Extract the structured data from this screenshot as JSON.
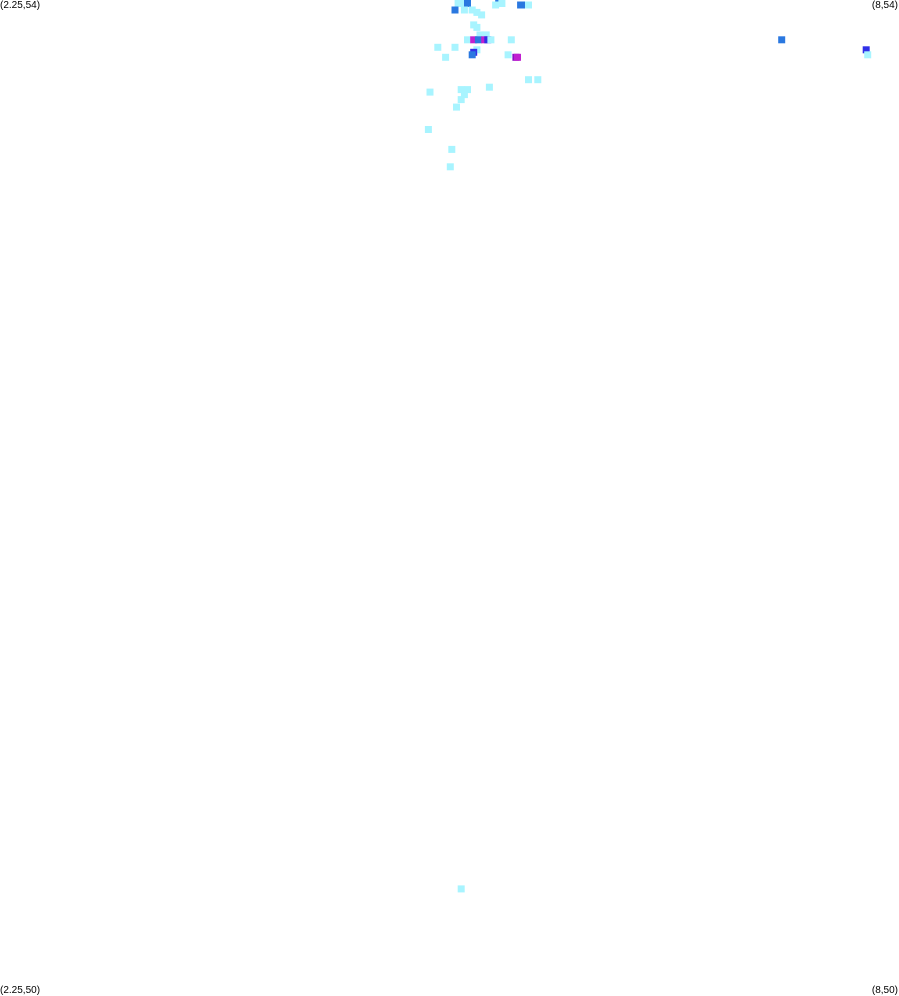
{
  "chart_data": {
    "type": "heatmap",
    "title": "",
    "xlabel": "",
    "ylabel": "",
    "xlim": [
      2.25,
      8
    ],
    "ylim": [
      50,
      54
    ],
    "corner_labels": {
      "top_left": "(2.25,54)",
      "top_right": "(8,54)",
      "bottom_left": "(2.25,50)",
      "bottom_right": "(8,50)"
    },
    "palette": {
      "low": "#a8f4ff",
      "mid": "#2a78e0",
      "high": "#3030e8",
      "very_high": "#c020d0",
      "peak": "#8a10c8"
    },
    "points": [
      {
        "x": 5.18,
        "y": 53.99,
        "level": "low"
      },
      {
        "x": 5.22,
        "y": 53.99,
        "level": "low"
      },
      {
        "x": 5.24,
        "y": 53.99,
        "level": "mid"
      },
      {
        "x": 5.44,
        "y": 53.99,
        "level": "mid"
      },
      {
        "x": 5.46,
        "y": 53.99,
        "level": "low"
      },
      {
        "x": 5.42,
        "y": 53.98,
        "level": "low"
      },
      {
        "x": 5.58,
        "y": 53.98,
        "level": "mid"
      },
      {
        "x": 5.61,
        "y": 53.98,
        "level": "mid"
      },
      {
        "x": 5.63,
        "y": 53.98,
        "level": "low"
      },
      {
        "x": 5.16,
        "y": 53.96,
        "level": "mid"
      },
      {
        "x": 5.22,
        "y": 53.96,
        "level": "low"
      },
      {
        "x": 5.27,
        "y": 53.96,
        "level": "low"
      },
      {
        "x": 5.3,
        "y": 53.95,
        "level": "low"
      },
      {
        "x": 5.33,
        "y": 53.94,
        "level": "low"
      },
      {
        "x": 5.28,
        "y": 53.9,
        "level": "low"
      },
      {
        "x": 5.3,
        "y": 53.89,
        "level": "low"
      },
      {
        "x": 5.32,
        "y": 53.86,
        "level": "low"
      },
      {
        "x": 5.36,
        "y": 53.86,
        "level": "low"
      },
      {
        "x": 5.24,
        "y": 53.84,
        "level": "low"
      },
      {
        "x": 5.28,
        "y": 53.84,
        "level": "very_high"
      },
      {
        "x": 5.31,
        "y": 53.84,
        "level": "mid"
      },
      {
        "x": 5.35,
        "y": 53.84,
        "level": "very_high"
      },
      {
        "x": 5.37,
        "y": 53.84,
        "level": "high"
      },
      {
        "x": 5.39,
        "y": 53.84,
        "level": "low"
      },
      {
        "x": 5.52,
        "y": 53.84,
        "level": "low"
      },
      {
        "x": 5.3,
        "y": 53.8,
        "level": "low"
      },
      {
        "x": 5.28,
        "y": 53.79,
        "level": "high"
      },
      {
        "x": 5.27,
        "y": 53.78,
        "level": "mid"
      },
      {
        "x": 5.16,
        "y": 53.81,
        "level": "low"
      },
      {
        "x": 5.05,
        "y": 53.81,
        "level": "low"
      },
      {
        "x": 5.1,
        "y": 53.77,
        "level": "low"
      },
      {
        "x": 5.5,
        "y": 53.78,
        "level": "low"
      },
      {
        "x": 5.55,
        "y": 53.77,
        "level": "peak"
      },
      {
        "x": 5.56,
        "y": 53.77,
        "level": "very_high"
      },
      {
        "x": 5.24,
        "y": 53.64,
        "level": "low"
      },
      {
        "x": 5.2,
        "y": 53.64,
        "level": "low"
      },
      {
        "x": 5.22,
        "y": 53.62,
        "level": "low"
      },
      {
        "x": 5.2,
        "y": 53.6,
        "level": "low"
      },
      {
        "x": 5.38,
        "y": 53.65,
        "level": "low"
      },
      {
        "x": 5.63,
        "y": 53.68,
        "level": "low"
      },
      {
        "x": 5.69,
        "y": 53.68,
        "level": "low"
      },
      {
        "x": 5.0,
        "y": 53.63,
        "level": "low"
      },
      {
        "x": 5.17,
        "y": 53.57,
        "level": "low"
      },
      {
        "x": 4.99,
        "y": 53.48,
        "level": "low"
      },
      {
        "x": 5.14,
        "y": 53.4,
        "level": "low"
      },
      {
        "x": 5.13,
        "y": 53.33,
        "level": "low"
      },
      {
        "x": 7.25,
        "y": 53.84,
        "level": "mid"
      },
      {
        "x": 7.79,
        "y": 53.8,
        "level": "high"
      },
      {
        "x": 7.8,
        "y": 53.78,
        "level": "low"
      },
      {
        "x": 5.2,
        "y": 50.43,
        "level": "low"
      }
    ]
  }
}
